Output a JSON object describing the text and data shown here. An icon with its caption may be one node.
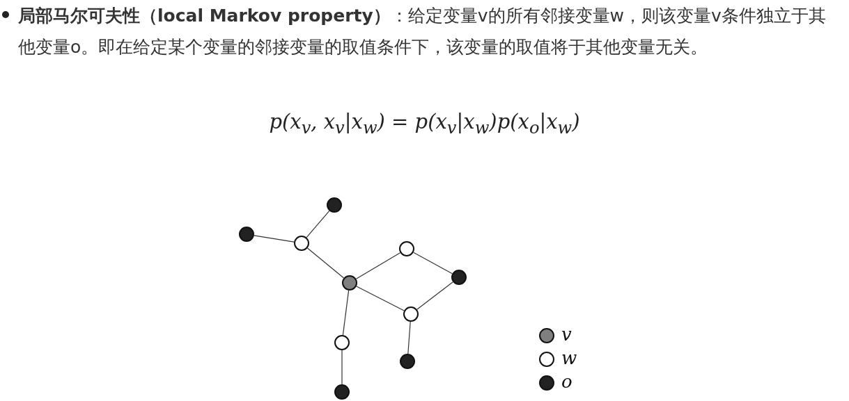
{
  "diagram": {
    "nodes": [
      {
        "text": [],
        "shape": "circle"
      },
      {
        "text": [],
        "shape": "circle"
      },
      {
        "text": [],
        "shape": "circle"
      },
      {
        "text": [],
        "shape": "circle"
      },
      {
        "text": [],
        "shape": "circle"
      },
      {
        "text": [],
        "shape": "circle"
      },
      {
        "text": [],
        "shape": "circle"
      },
      {
        "text": [],
        "shape": "circle"
      },
      {
        "text": [],
        "shape": "circle"
      },
      {
        "text": [],
        "shape": "circle"
      }
    ],
    "edges": [
      {
        "from": 1,
        "to": 2,
        "arrow": "none"
      },
      {
        "from": 0,
        "to": 2,
        "arrow": "none"
      },
      {
        "from": 2,
        "to": 4,
        "arrow": "none"
      },
      {
        "from": 4,
        "to": 3,
        "arrow": "none"
      },
      {
        "from": 3,
        "to": 5,
        "arrow": "none"
      },
      {
        "from": 4,
        "to": 6,
        "arrow": "none"
      },
      {
        "from": 5,
        "to": 6,
        "arrow": "none"
      },
      {
        "from": 6,
        "to": 8,
        "arrow": "none"
      },
      {
        "from": 4,
        "to": 7,
        "arrow": "none"
      },
      {
        "from": 7,
        "to": 9,
        "arrow": "none"
      }
    ],
    "labels": [
      "**局部马尔可夫性（local Markov property）**：给定变量v的所有邻接变量w，则该变量v条件独立于其他变量o。即在给定某个变量的邻接变量的取值条件下，该变量的取值将于其他变量无关。",
      "p(x$_{v}$, x$_{v}$|x$_{w}$) = p(x$_{v}$|x$_{w}$)p(x$_{o}$|x$_{w}$)"
    ],
    "legend": [
      {
        "text": "v",
        "color": "#7f7f7f"
      },
      {
        "text": "w",
        "color": "#ffffff"
      },
      {
        "text": "o",
        "color": "#222222"
      }
    ]
  }
}
